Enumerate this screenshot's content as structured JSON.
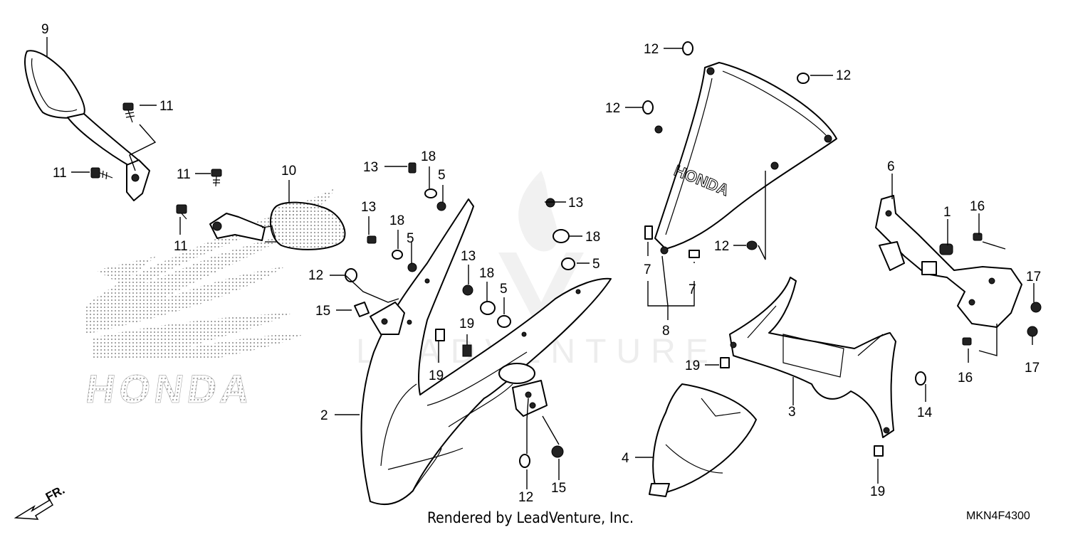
{
  "diagram": {
    "footer_credit": "Rendered by LeadVenture, Inc.",
    "diagram_code": "MKN4F4300",
    "direction_marker": "FR.",
    "logo_text": "HONDA",
    "screen_logo_text": "HONDA",
    "watermark_text": "LEADVENTURE",
    "callouts": [
      "9",
      "11",
      "11",
      "11",
      "11",
      "10",
      "13",
      "18",
      "5",
      "13",
      "18",
      "5",
      "13",
      "18",
      "5",
      "19",
      "19",
      "12",
      "15",
      "13",
      "18",
      "5",
      "2",
      "12",
      "15",
      "12",
      "12",
      "12",
      "12",
      "7",
      "7",
      "8",
      "19",
      "3",
      "4",
      "6",
      "1",
      "16",
      "17",
      "17",
      "16",
      "14",
      "19"
    ]
  }
}
